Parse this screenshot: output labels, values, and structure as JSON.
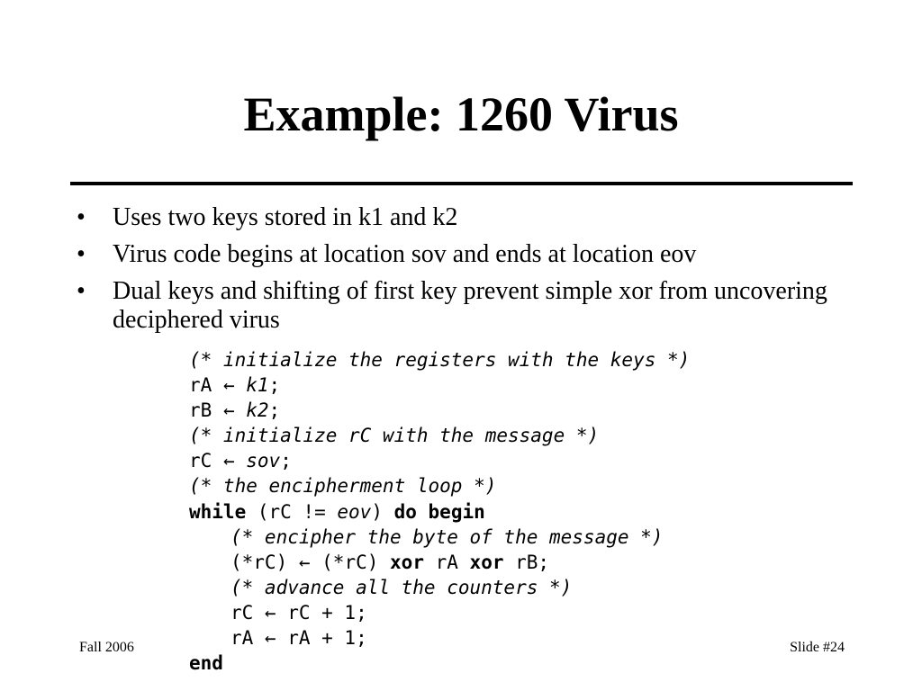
{
  "slide": {
    "title": "Example: 1260 Virus",
    "bullets": [
      "Uses two keys stored in k1 and k2",
      "Virus code begins at location sov and ends at location eov",
      "Dual keys and shifting of first key prevent simple xor from uncovering deciphered virus"
    ],
    "bullet_symbol": "•",
    "footer_left": "Fall 2006",
    "footer_right": "Slide #24"
  },
  "code": {
    "lines": [
      "(* initialize the registers with the keys *)",
      "rA ← k1;",
      "rB ← k2;",
      "(* initialize rC with the message *)",
      "rC ← sov;",
      "(* the encipherment loop *)",
      "while (rC != eov) do begin",
      "(* encipher the byte of the message *)",
      "(*rC) ← (*rC) xor rA xor rB;",
      "(* advance all the counters *)",
      "rC ← rC + 1;",
      "rA ← rA + 1;",
      "end"
    ],
    "tokens": {
      "arrow": "←",
      "k1": "k1",
      "k2": "k2",
      "sov": "sov",
      "eov": "eov",
      "while": "while",
      "do_begin": "do begin",
      "xor": "xor",
      "end": "end"
    }
  }
}
